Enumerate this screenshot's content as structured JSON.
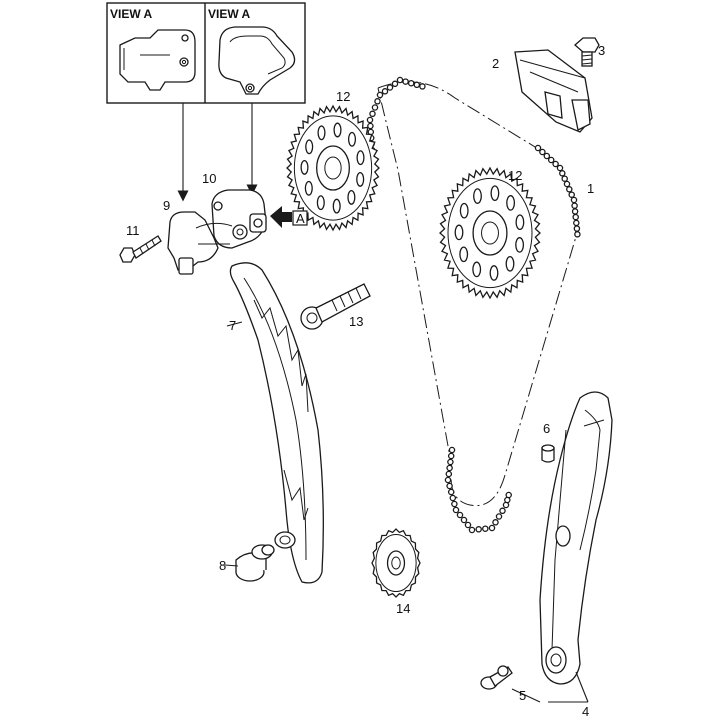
{
  "view_box": {
    "left_title": "VIEW A",
    "right_title": "VIEW A"
  },
  "arrow_label": "A",
  "parts": [
    {
      "id": "p1",
      "num": "1",
      "icon": "timing-chain-icon"
    },
    {
      "id": "p2",
      "num": "2",
      "icon": "chain-guide-rail-icon"
    },
    {
      "id": "p3",
      "num": "3",
      "icon": "bolt-icon"
    },
    {
      "id": "p4",
      "num": "4",
      "icon": "tensioner-rail-icon"
    },
    {
      "id": "p5",
      "num": "5",
      "icon": "pivot-bolt-icon"
    },
    {
      "id": "p6",
      "num": "6",
      "icon": "plug-icon"
    },
    {
      "id": "p7",
      "num": "7",
      "icon": "guide-rail-icon"
    },
    {
      "id": "p8",
      "num": "8",
      "icon": "pivot-pin-icon"
    },
    {
      "id": "p9",
      "num": "9",
      "icon": "chain-tensioner-icon"
    },
    {
      "id": "p10",
      "num": "10",
      "icon": "chain-tensioner-icon"
    },
    {
      "id": "p11",
      "num": "11",
      "icon": "bolt-icon"
    },
    {
      "id": "p12a",
      "num": "12",
      "icon": "camshaft-sprocket-icon"
    },
    {
      "id": "p12b",
      "num": "12",
      "icon": "camshaft-sprocket-icon"
    },
    {
      "id": "p13",
      "num": "13",
      "icon": "sprocket-bolt-icon"
    },
    {
      "id": "p14",
      "num": "14",
      "icon": "crankshaft-sprocket-icon"
    }
  ]
}
